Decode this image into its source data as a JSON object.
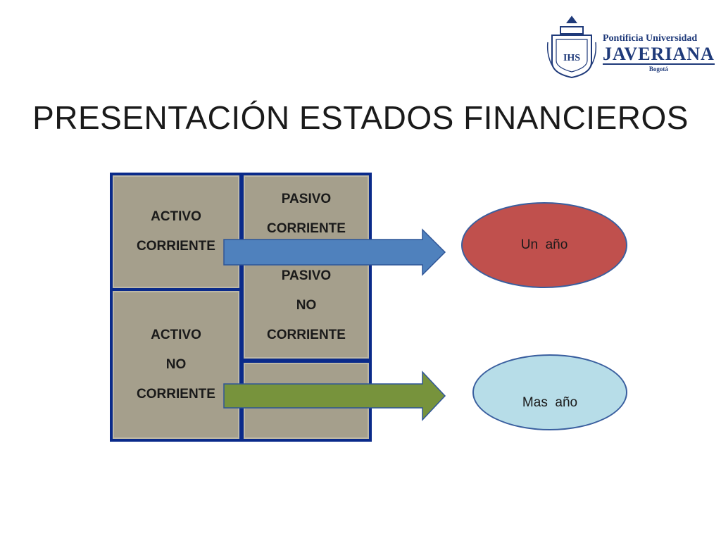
{
  "title": "PRESENTACIÓN ESTADOS FINANCIEROS",
  "logo": {
    "line1": "Pontificia Universidad",
    "line2": "JAVERIANA",
    "line3": "Bogotá",
    "crest_letters": "IHS"
  },
  "balance": {
    "activo_corriente": [
      "ACTIVO",
      "CORRIENTE"
    ],
    "activo_no_corriente": [
      "ACTIVO",
      "NO",
      "CORRIENTE"
    ],
    "pasivo_corriente": [
      "PASIVO",
      "CORRIENTE"
    ],
    "pasivo_no_corriente": [
      "PASIVO",
      "NO",
      "CORRIENTE"
    ],
    "patrimonio": []
  },
  "labels": {
    "short_term": "Un  año",
    "long_term": "Mas  año"
  },
  "colors": {
    "title": "#1a1a1a",
    "logo": "#1f3a7a",
    "grid_border": "#0a2a8a",
    "cell_fill": "#a59f8c",
    "arrow_blue": "#4f81bd",
    "arrow_green": "#77933c",
    "ellipse_red": "#c0504d",
    "ellipse_blue": "#b7dde8",
    "ellipse_border": "#3a5f9f"
  }
}
